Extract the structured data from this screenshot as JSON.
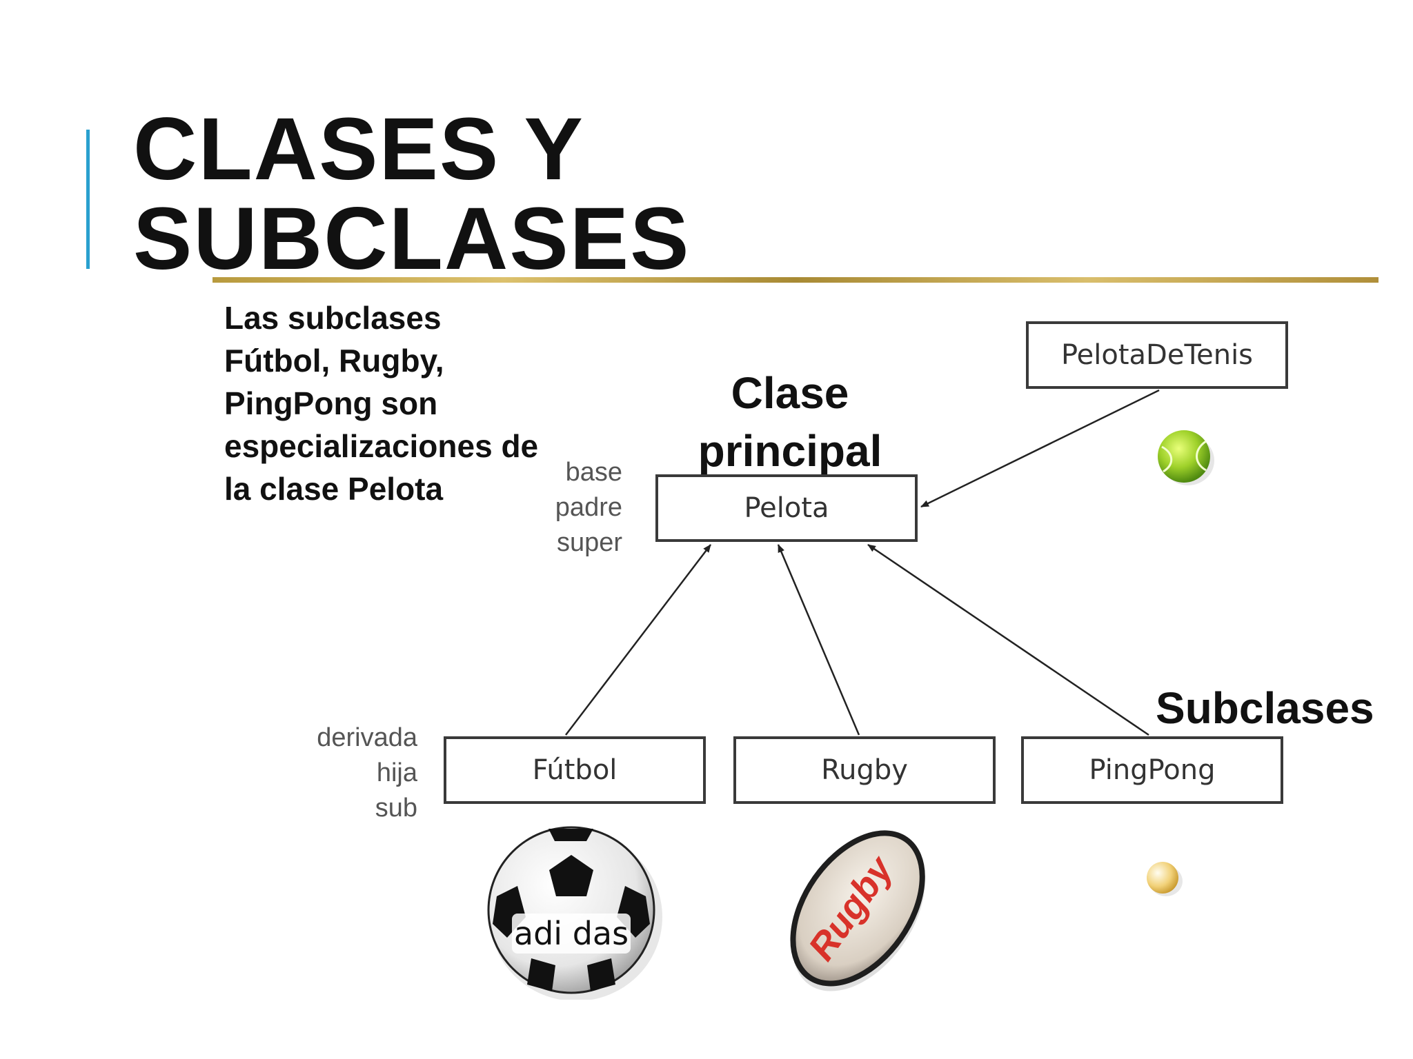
{
  "slide": {
    "title_line1": "CLASES Y",
    "title_line2": "SUBCLASES",
    "description": "Las subclases Fútbol, Rugby, PingPong son especializaciones de la clase Pelota",
    "callout_main_line1": "Clase",
    "callout_main_line2": "principal",
    "callout_sub": "Subclases"
  },
  "diagram": {
    "base_labels": [
      "base",
      "padre",
      "super"
    ],
    "derived_labels": [
      "derivada",
      "hija",
      "sub"
    ],
    "parent_class": "Pelota",
    "sibling_class": "PelotaDeTenis",
    "subclasses": [
      "Fútbol",
      "Rugby",
      "PingPong"
    ],
    "football_brand": "adi das",
    "rugby_brand": "Rugby"
  },
  "colors": {
    "accent": "#29a0cf",
    "rule": "#c9ab55",
    "tennis_ball": "#9fd12a",
    "rugby_text": "#d8322a",
    "pingpong_ball": "#f2d27a"
  },
  "icons": [
    "football-icon",
    "rugby-ball-icon",
    "tennis-ball-icon",
    "pingpong-ball-icon"
  ]
}
